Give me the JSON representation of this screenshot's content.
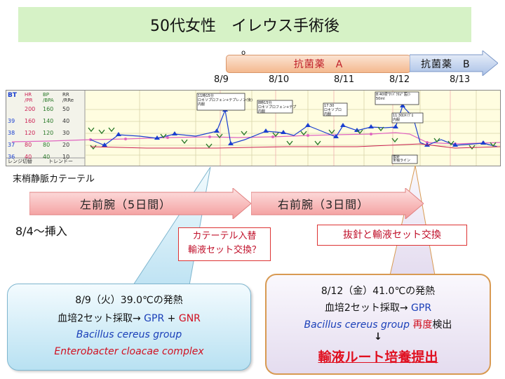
{
  "title": "50代女性　イレウス手術後",
  "antibiotics": {
    "a_label": "抗菌薬　A",
    "b_label": "抗菌薬　B",
    "small_mark": "o"
  },
  "dates": [
    "8/9",
    "8/10",
    "8/11",
    "8/12",
    "8/13"
  ],
  "vital_chart": {
    "col_headers": {
      "bt": "BT",
      "hr": "HR\n/PR",
      "bp": "BP\n/BPA",
      "rr": "RR\n/RRe"
    },
    "scale_rows": [
      {
        "bt": "",
        "hr": "200",
        "bp": "160",
        "rr": "50"
      },
      {
        "bt": "39",
        "hr": "160",
        "bp": "140",
        "rr": "40"
      },
      {
        "bt": "38",
        "hr": "120",
        "bp": "120",
        "rr": "30"
      },
      {
        "bt": "37",
        "hr": "80",
        "bp": "80",
        "rr": "20"
      },
      {
        "bt": "36",
        "hr": "40",
        "bp": "40",
        "rr": "10"
      }
    ],
    "footer_left": "レンジ切替",
    "footer_right": "トレンドー",
    "notes": [
      "11時15分\nロキソプロフェン+テプレノン(後)\n内服",
      "8時15分\nロキソプロフェン+テプ\n内服",
      "17:30\nロキソプロ\n内服",
      "8:40頃\"ﾀｿﾊﾞｸﾀﾑ\" 医(ｼ\n50ml",
      "11:30ﾛｷｿﾌﾟﾛ\n内服",
      "抜針\n末梢ライン"
    ],
    "colors": {
      "bt": "#1a3fd0",
      "hr": "#cc2255",
      "rr": "#2a7a2a",
      "bp": "#e066c0"
    }
  },
  "catheter_caption": "末梢静脈カテーテル",
  "arrows": {
    "left_forearm": "左前腕（5日間）",
    "right_forearm": "右前腕（3日間）"
  },
  "insert_text": "8/4〜挿入",
  "callouts": {
    "replace_line1": "カテーテル入替",
    "replace_line2": "輸液セット交換？",
    "remove": "抜針と輸液セット交換"
  },
  "left_box": {
    "line1": "8/9（火）39.0℃の発熱",
    "line2_prefix": "血培2セット採取→ ",
    "gpr": "GPR",
    "plus": " + ",
    "gnr": "GNR",
    "organism1": "Bacillus cereus group",
    "organism2": "Enterobacter cloacae complex"
  },
  "right_box": {
    "line1": "8/12（金）41.0℃の発熱",
    "line2_prefix": "血培2セット採取→ ",
    "gpr": "GPR",
    "organism1": "Bacillus cereus group",
    "organism1_suffix": "再度",
    "detect": "検出",
    "down_arrow": "↓",
    "submit": "輸液ルート培養提出"
  }
}
